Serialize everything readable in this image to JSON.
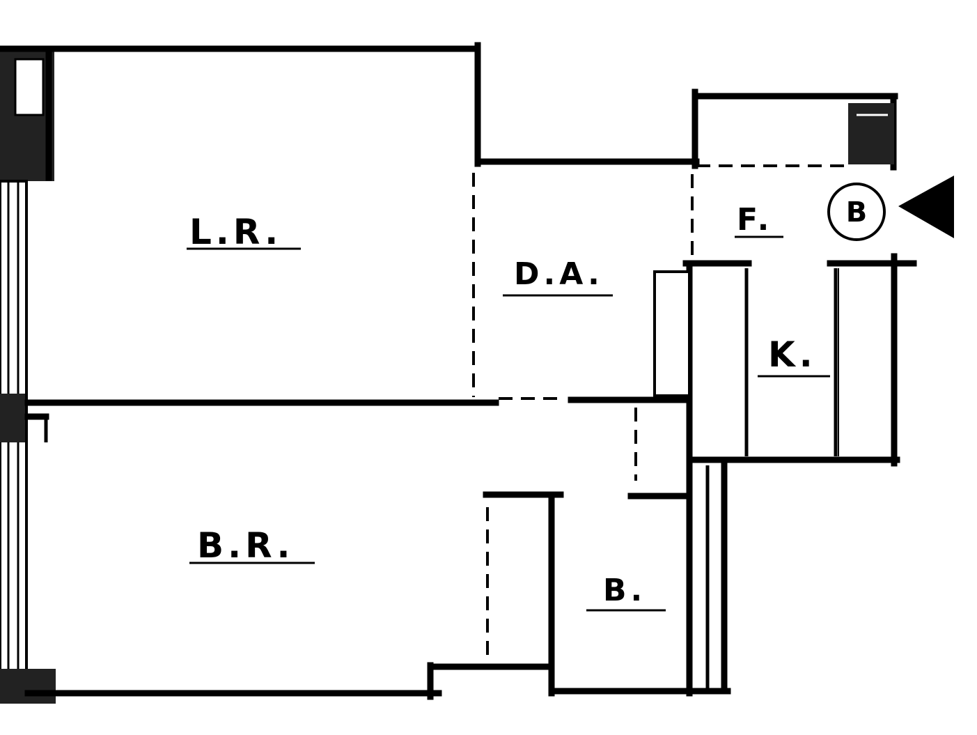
{
  "rooms": {
    "living_room": {
      "label": "L.R."
    },
    "dining_area": {
      "label": "D.A."
    },
    "foyer": {
      "label": "F."
    },
    "kitchen": {
      "label": "K."
    },
    "bedroom": {
      "label": "B.R."
    },
    "bath": {
      "label": "B."
    }
  },
  "entrance_marker": {
    "label": "B"
  }
}
